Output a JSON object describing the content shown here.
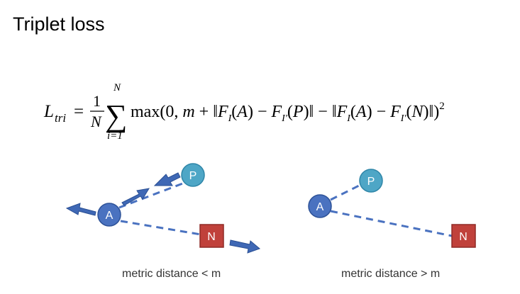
{
  "title": "Triplet loss",
  "formula": {
    "lhs": "L",
    "lhs_sub": "tri",
    "equals": "=",
    "frac_num": "1",
    "frac_den": "N",
    "sum_upper": "N",
    "sum_lower": "i=1",
    "body": "max(0, m + ||F_I(A) − F_I′(P)|| − ||F_I(A) − F_I′(N)||)²"
  },
  "left_diagram": {
    "anchor_label": "A",
    "positive_label": "P",
    "negative_label": "N",
    "caption": "metric distance < m"
  },
  "right_diagram": {
    "anchor_label": "A",
    "positive_label": "P",
    "negative_label": "N",
    "caption": "metric distance > m"
  },
  "colors": {
    "anchor": "#4a72c0",
    "positive": "#4ea6c6",
    "negative": "#c0413b",
    "arrow": "#3f68b5",
    "dash": "#4a72c0"
  }
}
